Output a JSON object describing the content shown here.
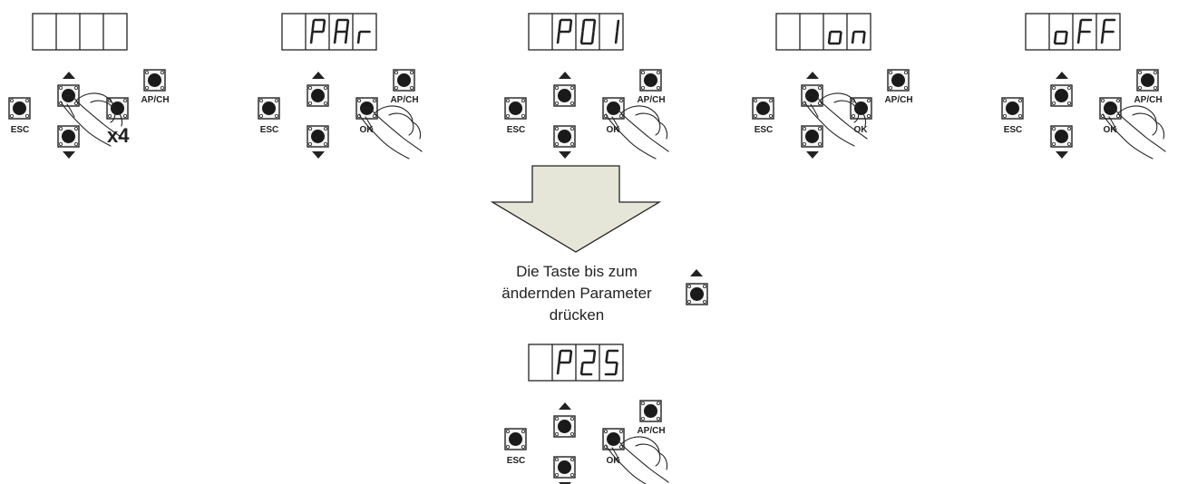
{
  "steps": [
    {
      "display": "    ",
      "pressed": "up",
      "repeat": "x4"
    },
    {
      "display": " PAr",
      "pressed": "ok",
      "repeat": ""
    },
    {
      "display": " P01",
      "pressed": "ok",
      "repeat": ""
    },
    {
      "display": "  on",
      "pressed": "up",
      "repeat": ""
    },
    {
      "display": " oFF",
      "pressed": "ok",
      "repeat": ""
    }
  ],
  "final_step": {
    "display": " P25",
    "pressed": "ok"
  },
  "labels": {
    "esc": "ESC",
    "ok": "OK",
    "apch": "AP/CH"
  },
  "instruction": {
    "line1": "Die Taste bis zum",
    "line2": "ändernden Parameter",
    "line3": "drücken",
    "button_icon": "up-button-icon"
  },
  "colors": {
    "arrow_fill": "#e6e6d8",
    "stroke": "#222222",
    "button_knob": "#1a1a1a"
  }
}
